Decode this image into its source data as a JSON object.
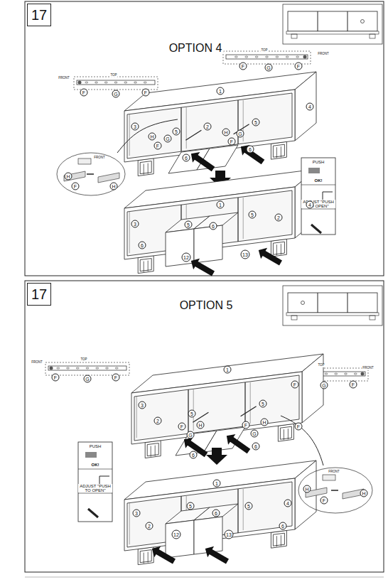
{
  "diagram": {
    "nodes": [
      {
        "text": [
          "17"
        ]
      },
      {
        "text": [
          "PUSH",
          "OK!",
          "ADJUST \"PUSH TO OPEN\""
        ]
      },
      {
        "text": [
          "17"
        ]
      },
      {
        "text": [
          "PUSH",
          "OK!",
          "ADJUST \"PUSH TO OPEN\""
        ]
      }
    ],
    "labels": [
      "OPTION 4",
      "TOP",
      "FRONT",
      "F",
      "G",
      "F",
      "TOP",
      "FRONT",
      "F",
      "G",
      "F",
      "1",
      "4",
      "3",
      "5",
      "2",
      "5",
      "6",
      "6",
      "H",
      "F",
      "G",
      "H",
      "F",
      "G",
      "FRONT",
      "H",
      "F",
      "H",
      "1",
      "4",
      "3",
      "5",
      "6",
      "5",
      "2",
      "6",
      "12",
      "13",
      "OPTION 5",
      "TOP",
      "FRONT",
      "F",
      "G",
      "F",
      "TOP",
      "FRONT",
      "F",
      "G",
      "F",
      "1",
      "3",
      "2",
      "5",
      "5",
      "6",
      "6",
      "F",
      "G",
      "H",
      "F",
      "G",
      "H",
      "F",
      "FRONT",
      "H",
      "F",
      "H",
      "3",
      "2",
      "5",
      "1",
      "6",
      "5",
      "4",
      "6",
      "12",
      "13"
    ]
  }
}
